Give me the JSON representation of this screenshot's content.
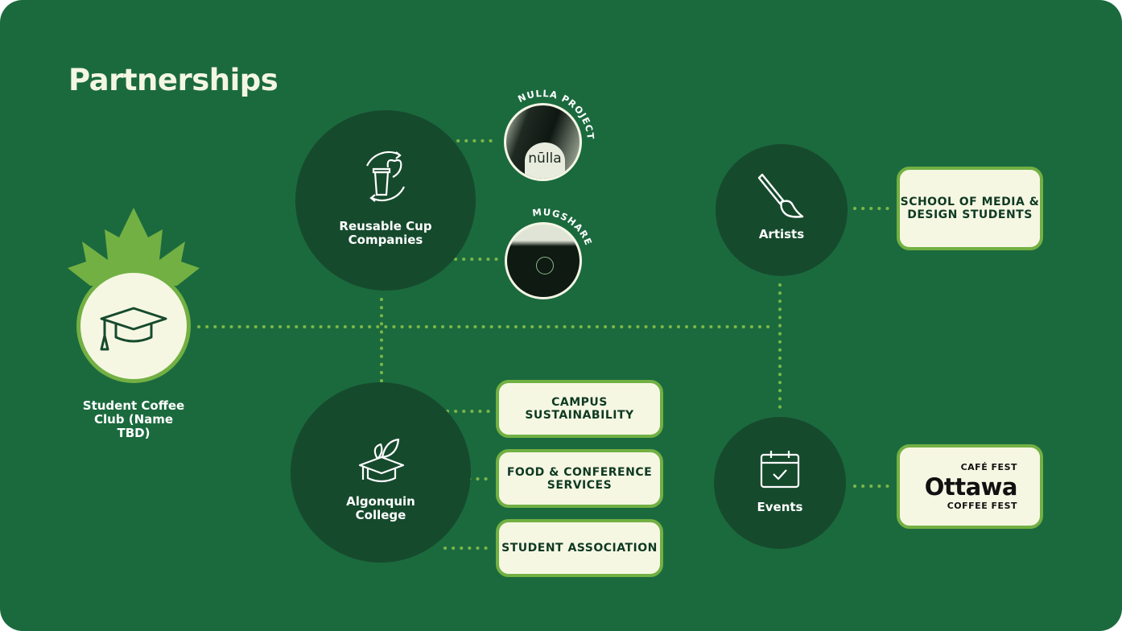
{
  "title": "Partnerships",
  "colors": {
    "background": "#1b6a3e",
    "hub": "#164a2d",
    "accent": "#72b043",
    "cream": "#f6f7e3"
  },
  "center": {
    "label": "Student Coffee Club (Name TBD)",
    "icon": "graduation-cap-icon"
  },
  "hubs": {
    "reusable": {
      "label": "Reusable Cup Companies",
      "icon": "reusable-cup-icon"
    },
    "algonquin": {
      "label": "Algonquin College",
      "icon": "leaf-graduation-cap-icon"
    },
    "artists": {
      "label": "Artists",
      "icon": "paintbrush-icon"
    },
    "events": {
      "label": "Events",
      "icon": "calendar-check-icon"
    }
  },
  "partners": {
    "nulla": {
      "label": "NULLA PROJECT",
      "photo_text": "nūlla"
    },
    "mugshare": {
      "label": "MUGSHARE"
    },
    "school": {
      "label": "School of Media & Design Students"
    },
    "campus": {
      "label": "Campus Sustainability"
    },
    "food": {
      "label": "Food & Conference Services"
    },
    "association": {
      "label": "Student Association"
    },
    "ottawa": {
      "top": "CAFÉ FEST",
      "main": "Ottawa",
      "bottom": "COFFEE FEST"
    }
  }
}
